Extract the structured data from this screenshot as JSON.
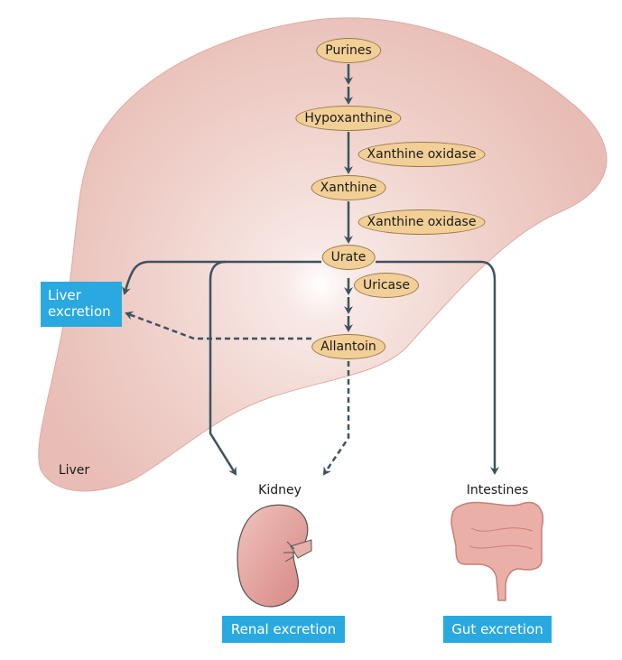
{
  "nodes": {
    "purines": "Purines",
    "hypoxanthine": "Hypoxanthine",
    "xanthine_oxidase_1": "Xanthine oxidase",
    "xanthine": "Xanthine",
    "xanthine_oxidase_2": "Xanthine oxidase",
    "urate": "Urate",
    "uricase": "Uricase",
    "allantoin": "Allantoin"
  },
  "organs": {
    "liver": "Liver",
    "kidney": "Kidney",
    "intestines": "Intestines"
  },
  "outputs": {
    "liver_excretion": "Liver excretion",
    "renal_excretion": "Renal excretion",
    "gut_excretion": "Gut excretion"
  },
  "colors": {
    "liver": "#ecc4bd",
    "node_fill": "#f2cf96",
    "arrow": "#3d5360",
    "output_box": "#2aa9e0",
    "kidney": "#d98f8a",
    "intestines": "#e8aaa2"
  }
}
